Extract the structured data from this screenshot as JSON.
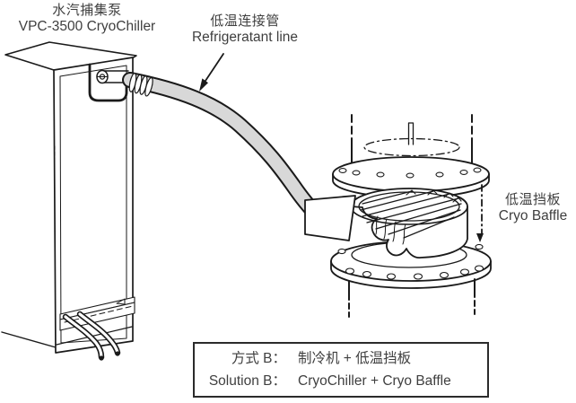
{
  "labels": {
    "pump_cn": "水汽捕集泵",
    "pump_en": "VPC-3500 CryoChiller",
    "line_cn": "低温连接管",
    "line_en": "Refrigeratant line",
    "baffle_cn": "低温挡板",
    "baffle_en": "Cryo Baffle"
  },
  "solution_box": {
    "row1_label": "方式 B：",
    "row1_value": "制冷机 + 低温挡板",
    "row2_label": "Solution B：",
    "row2_value": "CryoChiller + Cryo Baffle"
  },
  "colors": {
    "ink": "#1a1a1a",
    "text": "#3f3f3f",
    "hose_fill": "#d8d8d8"
  }
}
